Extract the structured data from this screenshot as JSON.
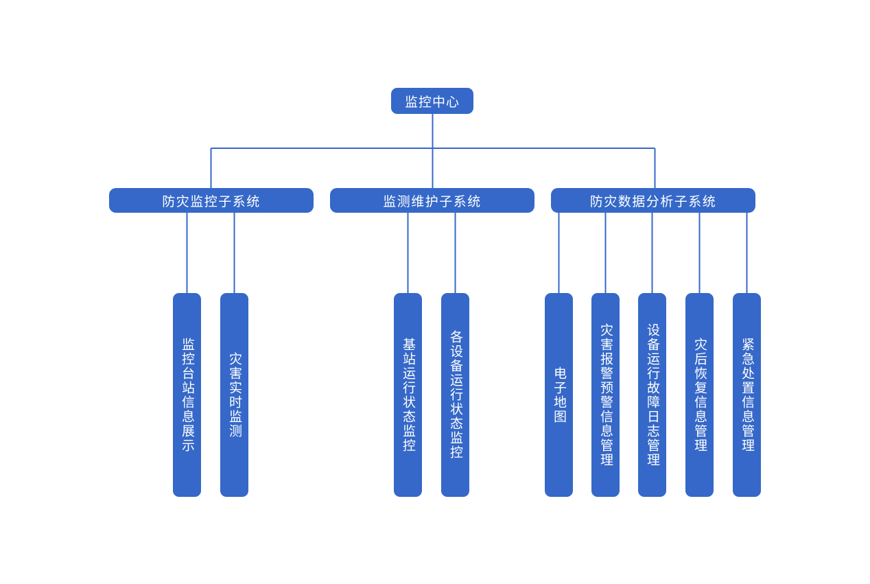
{
  "diagram": {
    "type": "organization-tree",
    "orientation": "top-down",
    "background_color": "#ffffff",
    "node_fill_color": "#3568c8",
    "node_text_color": "#ffffff",
    "connector_color": "#3568c8",
    "root": {
      "label": "监控中心"
    },
    "subsystems": [
      {
        "label": "防灾监控子系统",
        "children": [
          {
            "label": "监控台站信息展示"
          },
          {
            "label": "灾害实时监测"
          }
        ]
      },
      {
        "label": "监测维护子系统",
        "children": [
          {
            "label": "基站运行状态监控"
          },
          {
            "label": "各设备运行状态监控"
          }
        ]
      },
      {
        "label": "防灾数据分析子系统",
        "children": [
          {
            "label": "电子地图"
          },
          {
            "label": "灾害报警预警信息管理"
          },
          {
            "label": "设备运行故障日志管理"
          },
          {
            "label": "灾后恢复信息管理"
          },
          {
            "label": "紧急处置信息管理"
          }
        ]
      }
    ]
  }
}
